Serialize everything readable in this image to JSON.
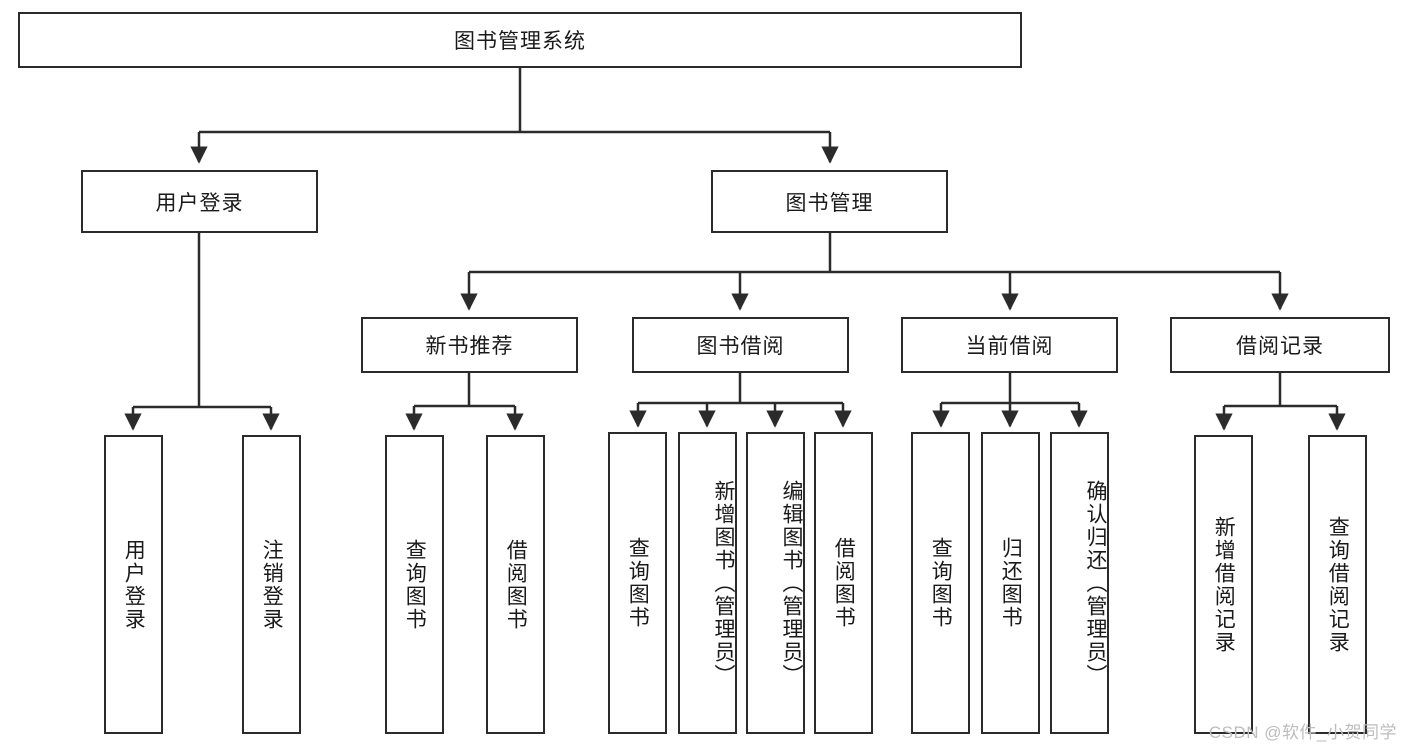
{
  "diagram": {
    "title": "图书管理系统",
    "type": "hierarchy-tree",
    "root": {
      "label": "图书管理系统"
    },
    "level2": [
      {
        "label": "用户登录"
      },
      {
        "label": "图书管理"
      }
    ],
    "level3": [
      {
        "label": "新书推荐"
      },
      {
        "label": "图书借阅"
      },
      {
        "label": "当前借阅"
      },
      {
        "label": "借阅记录"
      }
    ],
    "leaves": {
      "user_login": [
        {
          "label": "用户登录"
        },
        {
          "label": "注销登录"
        }
      ],
      "new_book_recommend": [
        {
          "label": "查询图书"
        },
        {
          "label": "借阅图书"
        }
      ],
      "book_borrow": [
        {
          "label": "查询图书"
        },
        {
          "label": "新增图书（管理员）"
        },
        {
          "label": "编辑图书（管理员）"
        },
        {
          "label": "借阅图书"
        }
      ],
      "current_borrow": [
        {
          "label": "查询图书"
        },
        {
          "label": "归还图书"
        },
        {
          "label": "确认归还（管理员）"
        }
      ],
      "borrow_record": [
        {
          "label": "新增借阅记录"
        },
        {
          "label": "查询借阅记录"
        }
      ]
    }
  },
  "watermark": {
    "text": "CSDN @软件_小贺同学"
  },
  "colors": {
    "stroke": "#2b2b2b",
    "fill": "#ffffff",
    "text": "#1a1a1a",
    "watermark": "#bdbdbd"
  }
}
